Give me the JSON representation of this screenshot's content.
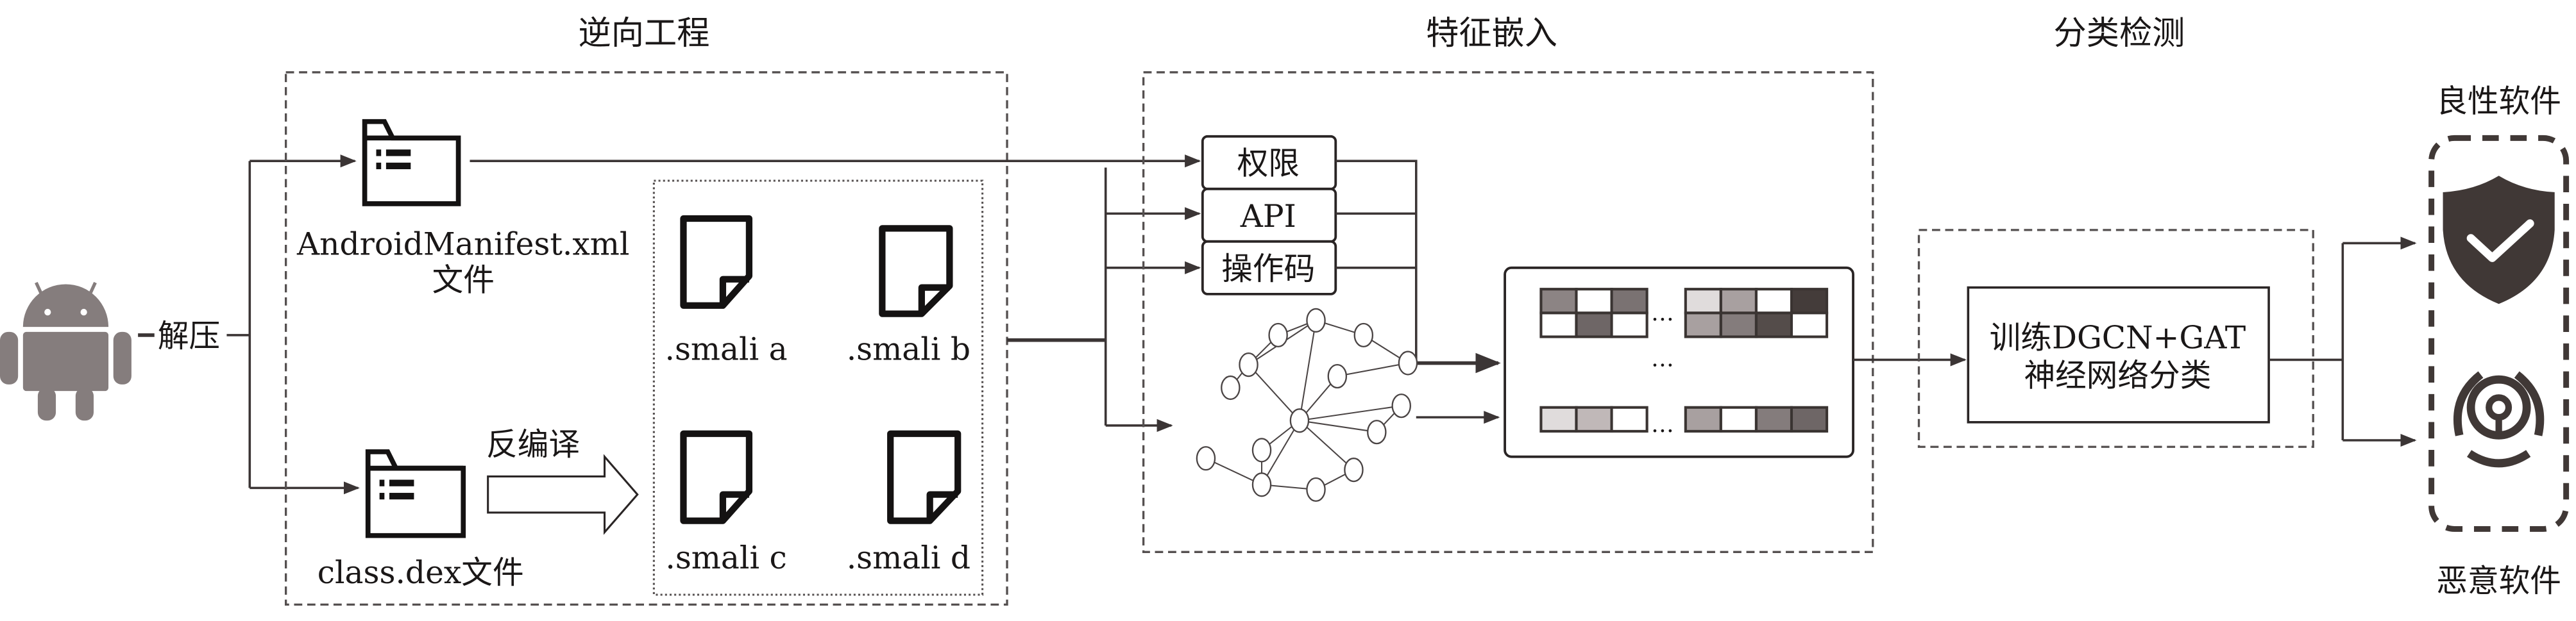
{
  "stages": {
    "reverse_engineering": "逆向工程",
    "feature_embedding": "特征嵌入",
    "classification": "分类检测"
  },
  "input": {
    "icon": "android-robot-icon",
    "unzip_label": "解压"
  },
  "files": {
    "manifest_label_line1": "AndroidManifest.xml",
    "manifest_label_line2": "文件",
    "dex_label": "class.dex文件",
    "decompile_label": "反编译"
  },
  "smali_files": [
    {
      "label": ".smali a"
    },
    {
      "label": ".smali b"
    },
    {
      "label": ".smali c"
    },
    {
      "label": ".smali d"
    }
  ],
  "features": [
    {
      "label": "权限"
    },
    {
      "label": "API"
    },
    {
      "label": "操作码"
    }
  ],
  "embedding_matrix": {
    "ellipsis": "…",
    "row1_left": [
      "#8c8484",
      "#ffffff",
      "#7a7272"
    ],
    "row2_left": [
      "#ffffff",
      "#6e6666",
      "#ffffff"
    ],
    "row1_right": [
      "#e0dcdc",
      "#a8a0a0",
      "#ffffff",
      "#443c3a"
    ],
    "row2_right": [
      "#a8a0a0",
      "#847c7c",
      "#544c4a",
      "#ffffff"
    ],
    "rowN_left": [
      "#e0dcdc",
      "#c0b8b8",
      "#ffffff"
    ],
    "rowN_right": [
      "#a8a0a0",
      "#ffffff",
      "#847c7c",
      "#6e6666"
    ]
  },
  "classifier": {
    "line1": "训练DGCN+GAT",
    "line2": "神经网络分类"
  },
  "outputs": {
    "benign_label": "良性软件",
    "malicious_label": "恶意软件",
    "benign_icon": "shield-check-icon",
    "malicious_icon": "biohazard-icon"
  },
  "colors": {
    "android": "#857d7d",
    "icon_dark": "#403836",
    "line": "#3b3535"
  }
}
